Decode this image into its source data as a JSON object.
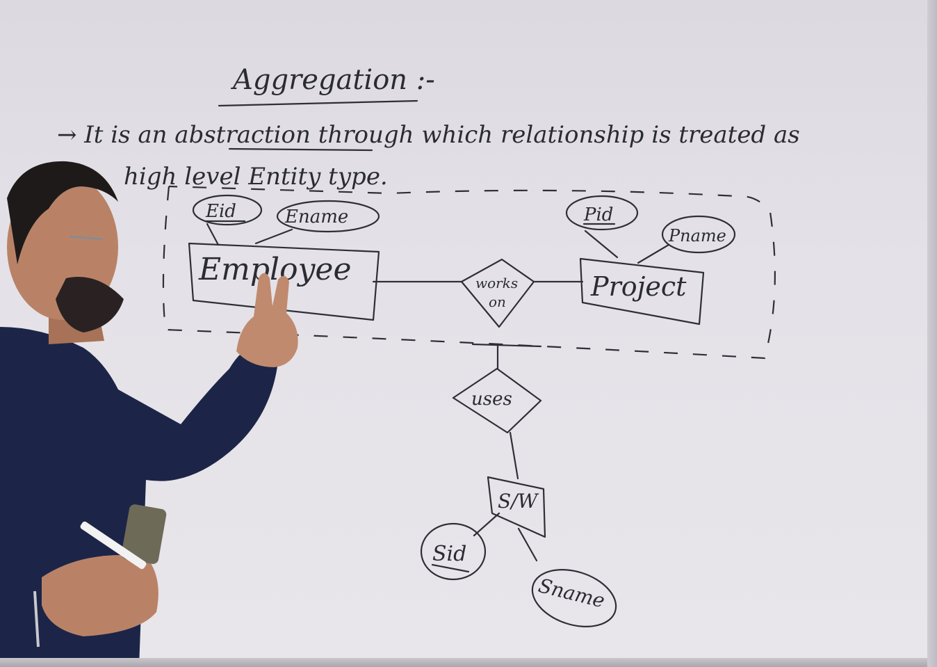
{
  "board": {
    "title": "Aggregation :-",
    "definition_line1": "→ It is an abstraction through which relationship is treated as",
    "definition_line2": "high level Entity type."
  },
  "diagram": {
    "entities": [
      {
        "id": "employee",
        "label": "Employee"
      },
      {
        "id": "project",
        "label": "Project"
      },
      {
        "id": "software",
        "label": "S/W"
      }
    ],
    "relationships": [
      {
        "id": "works_on",
        "label_line1": "works",
        "label_line2": "on"
      },
      {
        "id": "uses",
        "label": "uses"
      }
    ],
    "attributes": [
      {
        "id": "eid",
        "label": "Eid",
        "key": true,
        "of": "employee"
      },
      {
        "id": "ename",
        "label": "Ename",
        "key": false,
        "of": "employee"
      },
      {
        "id": "pid",
        "label": "Pid",
        "key": true,
        "of": "project"
      },
      {
        "id": "pname",
        "label": "Pname",
        "key": false,
        "of": "project"
      },
      {
        "id": "sid",
        "label": "Sid",
        "key": true,
        "of": "software"
      },
      {
        "id": "sname",
        "label": "Sname",
        "key": false,
        "of": "software"
      }
    ],
    "aggregation": {
      "contains": [
        "employee",
        "works_on",
        "project"
      ],
      "related_by": "uses"
    }
  },
  "colors": {
    "board": "#e4e2e8",
    "ink": "#2e2e36",
    "sweater": "#1c2547",
    "skin": "#c08a6e",
    "hair": "#1e1a1a"
  }
}
